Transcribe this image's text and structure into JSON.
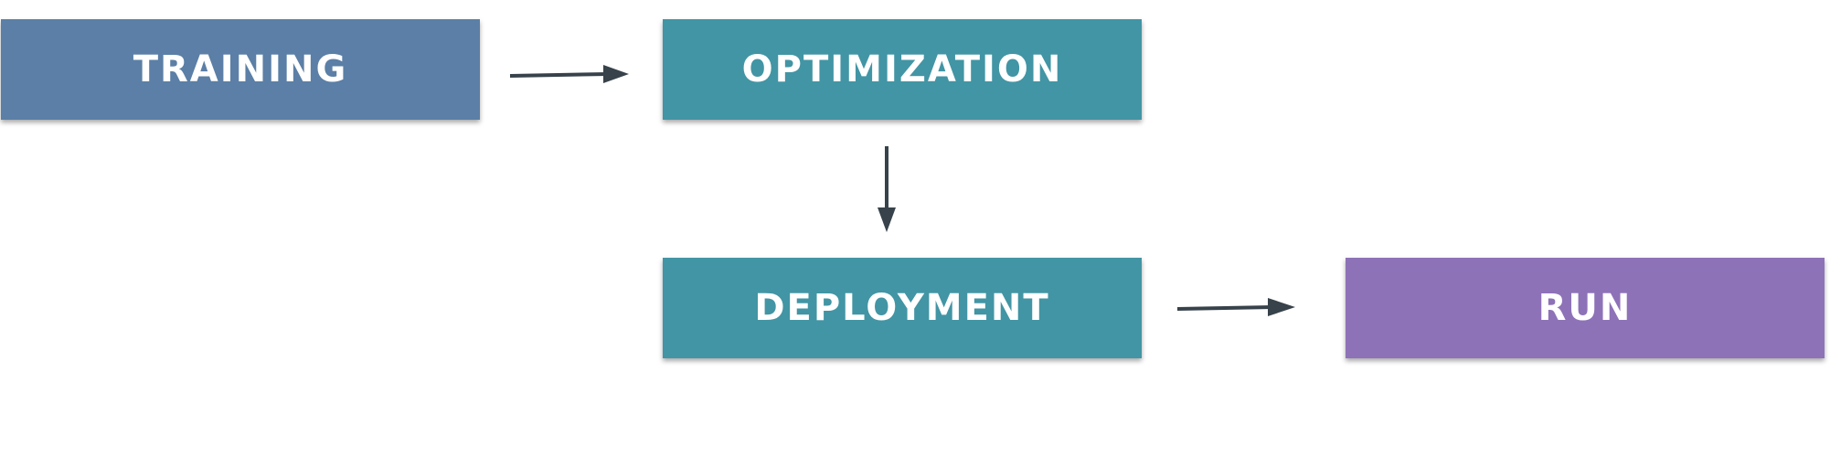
{
  "diagram": {
    "nodes": [
      {
        "id": "training",
        "label": "TRAINING",
        "color": "#5b7fa6"
      },
      {
        "id": "optimization",
        "label": "OPTIMIZATION",
        "color": "#4295a4"
      },
      {
        "id": "deployment",
        "label": "DEPLOYMENT",
        "color": "#4295a4"
      },
      {
        "id": "run",
        "label": "RUN",
        "color": "#8e72b8"
      }
    ],
    "edges": [
      {
        "from": "training",
        "to": "optimization"
      },
      {
        "from": "optimization",
        "to": "deployment"
      },
      {
        "from": "deployment",
        "to": "run"
      }
    ],
    "arrow_color": "#37424a"
  }
}
